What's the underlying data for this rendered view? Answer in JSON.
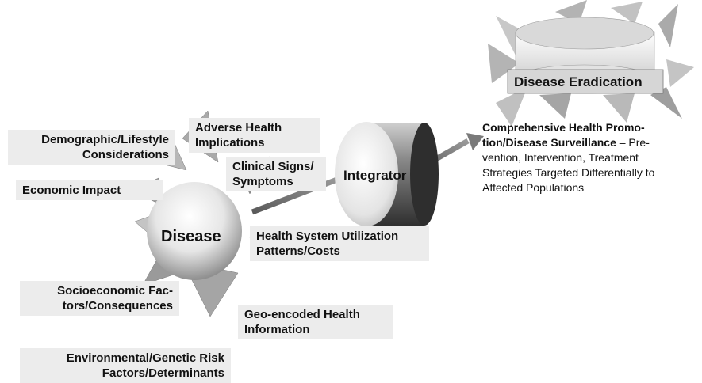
{
  "disease": "Disease",
  "integrator": "Integrator",
  "eradication": "Disease Eradication",
  "factors": {
    "demographic": "Demographic/Lifestyle\nConsiderations",
    "economic": "Economic Impact",
    "socioeconomic": "Socioeconomic Fac-\ntors/Consequences",
    "environmental": "Environmental/Genetic Risk\nFactors/Determinants",
    "adverse": "Adverse Health\nImplications",
    "clinical": "Clinical Signs/\nSymptoms",
    "utilization": "Health System Utilization\nPatterns/Costs",
    "geo": "Geo-encoded Health\nInformation"
  },
  "outcome": {
    "title": "Comprehensive Health Promo-\ntion/Disease Surveillance",
    "text": " – Pre-\nvention, Intervention, Treatment\nStrategies Targeted Differentially to\nAffected Populations"
  },
  "colors": {
    "petal": "#9a9a9a",
    "petal_light": "#cfcfcf",
    "label_bg": "#ececec",
    "arrow": "#6e6e6e"
  }
}
